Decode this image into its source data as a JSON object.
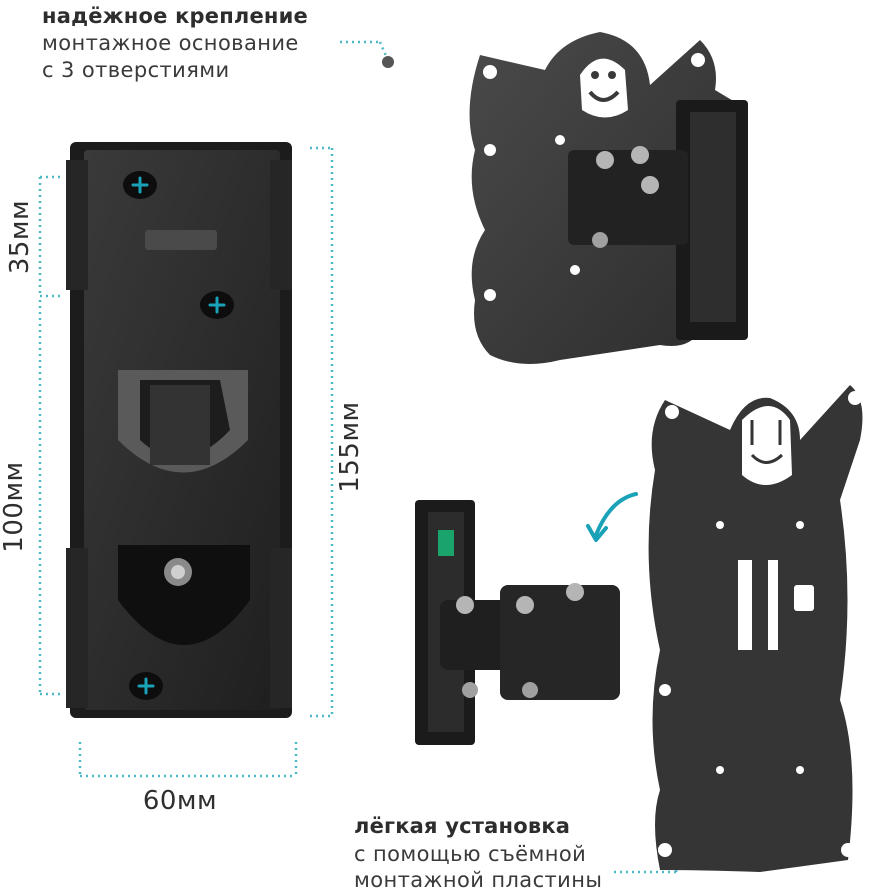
{
  "top_caption": {
    "title": "надёжное крепление",
    "line1": "монтажное основание",
    "line2": "с 3 отверстиями"
  },
  "bottom_caption": {
    "title": "лёгкая установка",
    "line1": "с помощью съёмной",
    "line2": "монтажной пластины"
  },
  "dimensions": {
    "d35": "35мм",
    "d100": "100мм",
    "d155": "155мм",
    "d60": "60мм"
  },
  "colors": {
    "accent": "#1aa3b8",
    "metal": "#2a2a2a",
    "dots": "#4fb8c6"
  },
  "icons": [
    "plus-icon",
    "curved-arrow-icon",
    "ghost-face-icon",
    "level-bubble-icon"
  ]
}
